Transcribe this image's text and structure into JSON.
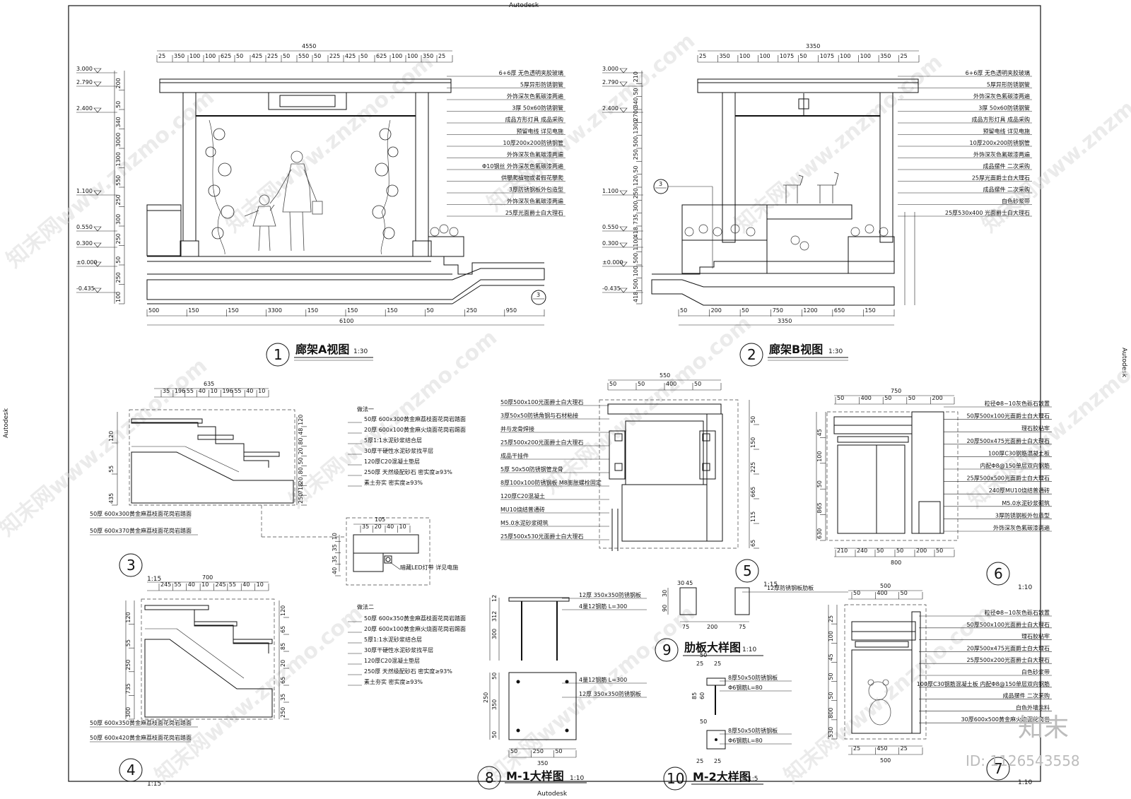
{
  "sheet": {
    "brand": "Autodesk",
    "watermark": "知末网www.znzmo.com",
    "logo": "知末",
    "id_label": "ID: 1126543558"
  },
  "views": {
    "v1": {
      "num": "1",
      "title": "廊架A视图",
      "scale": "1:30"
    },
    "v2": {
      "num": "2",
      "title": "廊架B视图",
      "scale": "1:30"
    },
    "v3": {
      "num": "3",
      "scale": "1:15"
    },
    "v4": {
      "num": "4",
      "scale": "1:15"
    },
    "v5": {
      "num": "5",
      "scale": "1:15"
    },
    "v6": {
      "num": "6",
      "scale": "1:10"
    },
    "v7": {
      "num": "7",
      "scale": "1:10"
    },
    "v8": {
      "num": "8",
      "title": "M-1大样图",
      "scale": "1:10"
    },
    "v9": {
      "num": "9",
      "title": "肋板大样图",
      "scale": "1:10"
    },
    "v10": {
      "num": "10",
      "title": "M-2大样图",
      "scale": "1:5"
    }
  },
  "view1": {
    "top_total": "4550",
    "top_dims": [
      "25",
      "350",
      "100",
      "100",
      "625",
      "50",
      "425",
      "225",
      "50",
      "550",
      "50",
      "225",
      "425",
      "50",
      "625",
      "100",
      "100",
      "350",
      "25"
    ],
    "bottom_dims": [
      "500",
      "150",
      "150",
      "3300",
      "150",
      "150",
      "150",
      "50",
      "250",
      "950"
    ],
    "bottom_total": "6100",
    "levels": [
      "3.000",
      "2.790",
      "2.400",
      "1.100",
      "0.550",
      "0.300",
      "±0.000",
      "-0.435"
    ],
    "vert_dims": [
      "200",
      "50",
      "340",
      "3000",
      "1300",
      "550",
      "250",
      "300",
      "250",
      "50",
      "250",
      "100"
    ],
    "callout": "3",
    "notes": [
      "6+6厚 无色透明夹胶玻璃",
      "5厚异形防锈钢管",
      "外饰深灰色氟碳漆两遍",
      "3厚 50x60防锈钢管",
      "成品方形灯具 成品采购",
      "预留电线 详见电施",
      "10厚200x200防锈钢管",
      "外饰深灰色氟碳漆两遍",
      "Φ10钢丝 外饰深灰色氟碳漆两遍",
      "供攀爬植物或者假花攀爬",
      "3厚防锈钢板外包造型",
      "外饰深灰色氟碳漆两遍",
      "25厚光面爵士白大理石"
    ]
  },
  "view2": {
    "top_total": "3350",
    "top_dims": [
      "25",
      "350",
      "100",
      "100",
      "1075",
      "50",
      "1075",
      "100",
      "100",
      "350",
      "25"
    ],
    "bottom_dims": [
      "50",
      "200",
      "50",
      "750",
      "1200",
      "650",
      "150"
    ],
    "bottom_total": "3350",
    "levels": [
      "3.000",
      "2.790",
      "2.400",
      "1.100",
      "0.550",
      "0.300",
      "±0.000",
      "-0.435"
    ],
    "vert_dims": [
      "210",
      "50",
      "340",
      "2700",
      "1300",
      "500",
      "250",
      "50",
      "120",
      "250",
      "300",
      "735",
      "418",
      "1100",
      "500",
      "100",
      "500",
      "418"
    ],
    "callout": "3",
    "notes": [
      "6+6厚 无色透明夹胶玻璃",
      "5厚异形防锈钢管",
      "外饰深灰色氟碳漆两遍",
      "3厚 50x60防锈钢管",
      "成品方形灯具 成品采购",
      "预留电线 详见电施",
      "10厚200x200防锈钢管",
      "外饰深灰色氟碳漆两遍",
      "成品摆件 二次采购",
      "25厚光面爵士白大理石",
      "成品摆件 二次采购",
      "白色砂浆带",
      "25厚530x400 光面爵士白大理石"
    ]
  },
  "view3": {
    "top_total": "635",
    "top_dims": [
      "35",
      "196",
      "55",
      "40",
      "10",
      "196",
      "55",
      "40",
      "10"
    ],
    "left_dims": [
      "120",
      "55",
      "435"
    ],
    "right_dims": [
      "120",
      "48",
      "80",
      "20",
      "50",
      "80",
      "20",
      "718",
      "250"
    ],
    "note_title": "做法一",
    "notes": [
      "50厚 600x300黄金麻荔枝面花岗岩踏面",
      "20厚 600x100黄金麻火烧面花岗岩踢面",
      "5厚1:1水泥砂浆结合层",
      "30厚干硬性水泥砂浆找平层",
      "120厚C20混凝土垫层",
      "250厚 天然级配砂石 密实度≥93%",
      "素土夯实 密实度≥93%"
    ],
    "bottom_notes": [
      "50厚 600x300黄金麻荔枝面花岗岩踏面",
      "50厚 600x370黄金麻荔枝面花岗岩踏面"
    ]
  },
  "nose_detail": {
    "top_total": "105",
    "dims": [
      "35",
      "20",
      "40",
      "10"
    ],
    "side_dims": [
      "10",
      "35",
      "35",
      "40"
    ],
    "note": "暗藏LED灯带 详见电施"
  },
  "view4": {
    "top_total": "700",
    "top_dims": [
      "245",
      "55",
      "40",
      "10",
      "245",
      "55",
      "40",
      "10"
    ],
    "left_dims": [
      "120",
      "55",
      "250",
      "735",
      "300"
    ],
    "right_dims": [
      "120",
      "65",
      "85",
      "20",
      "65",
      "35",
      "250"
    ],
    "note_title": "做法二",
    "notes": [
      "50厚 600x350黄金麻荔枝面花岗岩踏面",
      "20厚 600x100黄金麻火烧面花岗岩踢面",
      "5厚1:1水泥砂浆结合层",
      "30厚干硬性水泥砂浆找平层",
      "120厚C20混凝土垫层",
      "250厚 天然级配砂石 密实度≥93%",
      "素土夯实 密实度≥93%"
    ],
    "bottom_notes": [
      "50厚 600x350黄金麻荔枝面花岗岩踏面",
      "50厚 600x420黄金麻荔枝面花岗岩踏面"
    ]
  },
  "view5": {
    "top_total": "550",
    "top_dims": [
      "50",
      "50",
      "400",
      "50"
    ],
    "right_dims": [
      "50",
      "150",
      "225",
      "665",
      "115",
      "65"
    ],
    "notes": [
      "50厚500x100光面爵士白大理石",
      "3厚50x50防锈角钢与石材粘接",
      "并与龙骨焊接",
      "25厚500x200光面爵士白大理石",
      "成品干挂件",
      "5厚 50x50防锈钢管龙骨",
      "8厚100x100防锈钢板 M8膨胀螺栓固定",
      "120厚C20混凝土",
      "MU10烧结普通砖",
      "M5.0水泥砂浆砌筑",
      "25厚500x530光面爵士白大理石"
    ]
  },
  "view6": {
    "top_total": "750",
    "top_dims": [
      "50",
      "400",
      "50",
      "50",
      "200"
    ],
    "left_dims": [
      "45",
      "100",
      "50",
      "865",
      "630"
    ],
    "bottom_dims": [
      "210",
      "240",
      "50",
      "50",
      "200",
      "50"
    ],
    "bottom_total": "800",
    "notes": [
      "粒径Φ8~10灰色砾石散置",
      "50厚500x100光面爵士白大理石",
      "理石胶粘牢",
      "20厚500x475光面爵士白大理石",
      "100厚C30钢筋混凝土板",
      "内配Φ8@150单层双向钢筋",
      "25厚500x500光面爵士白大理石",
      "240厚MU10烧结普通砖",
      "M5.0水泥砂浆砌筑",
      "3厚防锈钢板外包造型",
      "外饰深灰色氟碳漆两遍"
    ]
  },
  "view7": {
    "top_total": "500",
    "top_dims": [
      "50",
      "400",
      "50"
    ],
    "left_dims": [
      "25",
      "100",
      "45",
      "50",
      "50",
      "800",
      "530"
    ],
    "bottom_dims": [
      "25",
      "450",
      "25"
    ],
    "bottom_total": "500",
    "notes": [
      "粒径Φ8~10灰色砾石散置",
      "50厚500x100光面爵士白大理石",
      "理石胶粘牢",
      "20厚500x475光面爵士白大理石",
      "25厚500x200光面爵士白大理石",
      "白色砂浆带",
      "100厚C30钢筋混凝土板 内配Φ8@150单层双向钢筋",
      "成品摆件 二次采购",
      "白色外墙涂料",
      "30厚600x500黄金麻火烧面花岗岩"
    ]
  },
  "view8": {
    "left_dims": [
      "12",
      "312",
      "300"
    ],
    "left_dims2": [
      "50",
      "350",
      "250",
      "50"
    ],
    "bottom_dims": [
      "50",
      "250",
      "50"
    ],
    "bottom_total": "350",
    "notes": [
      "12厚 350x350防锈钢板",
      "4量12钢筋 L=300",
      "4量12钢筋 L=300",
      "12厚 350x350防锈钢板"
    ]
  },
  "view9": {
    "top_dims": [
      "30",
      "45"
    ],
    "left_dims": [
      "30",
      "90"
    ],
    "bottom_dims": [
      "75",
      "200",
      "75"
    ],
    "note": "12厚防锈钢板肋板"
  },
  "view10": {
    "dims": [
      "50",
      "25",
      "25",
      "85",
      "60",
      "50",
      "25",
      "25"
    ],
    "notes": [
      "8厚50x50防锈钢板",
      "Φ6钢筋L=80",
      "8厚50x50防锈钢板",
      "Φ6钢筋L=80"
    ]
  }
}
